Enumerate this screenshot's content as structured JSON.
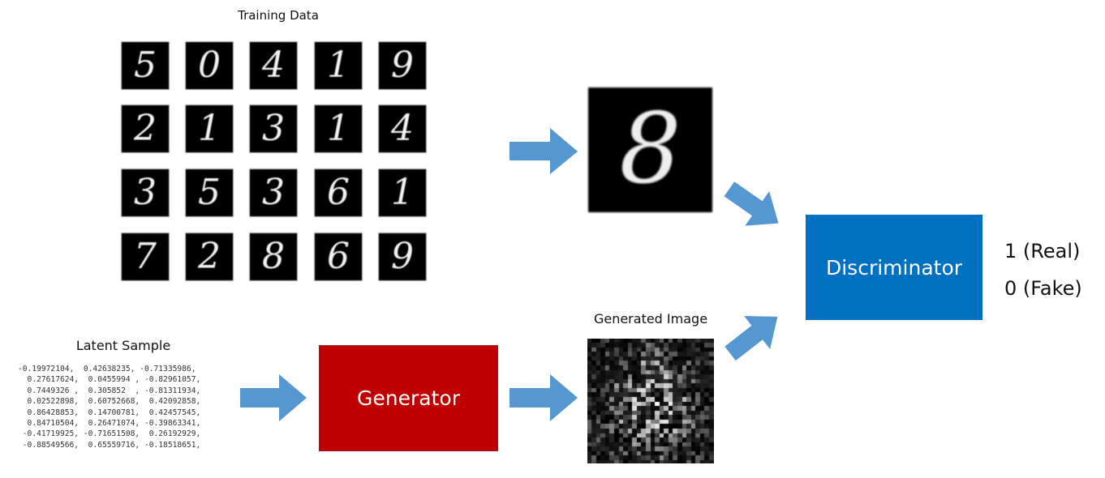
{
  "title": "Training Data",
  "training_digits": [
    [
      "5",
      "0",
      "4",
      "1",
      "9"
    ],
    [
      "2",
      "1",
      "3",
      "1",
      "4"
    ],
    [
      "3",
      "5",
      "3",
      "6",
      "1"
    ],
    [
      "7",
      "2",
      "8",
      "6",
      "9"
    ]
  ],
  "real_sample_digit": "8",
  "latent_label": "Latent Sample",
  "latent_lines": [
    "-0.19972104,  0.42638235, -0.71335986,",
    "  0.27617624,  0.0455994 , -0.82961057,",
    "  0.7449326 ,  0.305852  , -0.81311934,",
    "  0.02522898,  0.60752668,  0.42092858,",
    "  0.86428853,  0.14700781,  0.42457545,",
    "  0.84710504,  0.26471074, -0.39863341,",
    " -0.41719925, -0.71651508,  0.26192929,",
    " -0.88549566,  0.65559716, -0.18518651,"
  ],
  "generator_label": "Generator",
  "generated_label": "Generated Image",
  "discriminator_label": "Discriminator",
  "outputs": [
    "1 (Real)",
    "0 (Fake)"
  ],
  "colors": {
    "generator": "#c00000",
    "discriminator": "#0070c0",
    "arrow": "#5597d0"
  }
}
